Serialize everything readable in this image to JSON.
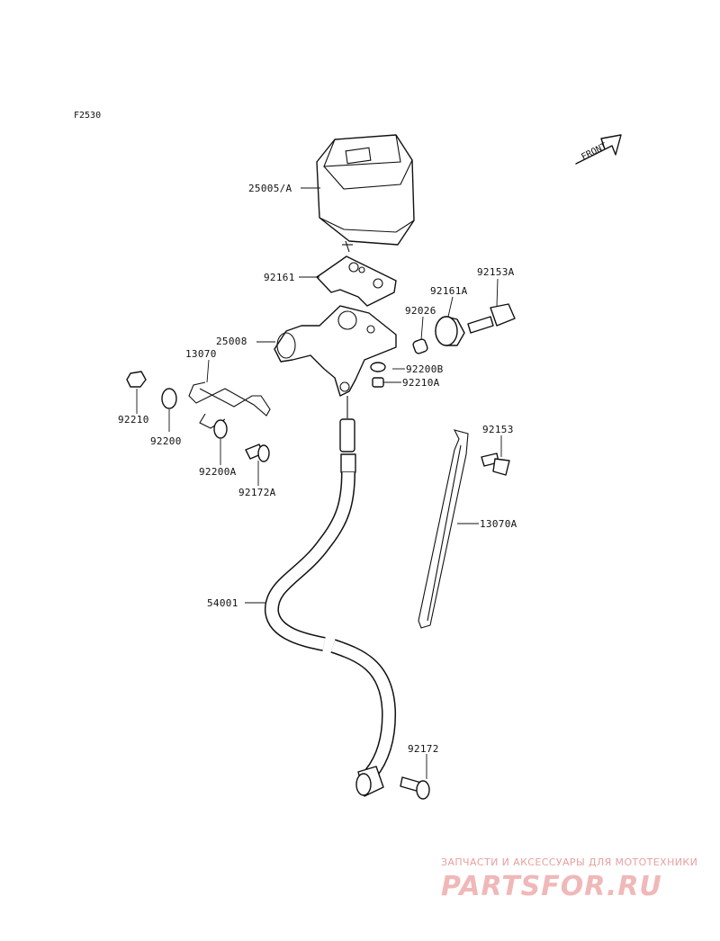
{
  "figure_code": "F2530",
  "front_label": "FRONT",
  "parts": {
    "speedometer": "25005/A",
    "rubber_plate": "92161",
    "damper": "92161A",
    "bolt_a": "92153A",
    "collar": "92026",
    "bracket": "25008",
    "washer_b": "92200B",
    "nut_a": "92210A",
    "clamp": "13070",
    "nut": "92210",
    "washer": "92200",
    "washer_a": "92200A",
    "screw_a": "92172A",
    "bolt": "92153",
    "clamp_a": "13070A",
    "cable": "54001",
    "screw": "92172"
  },
  "watermark": {
    "tagline": "ЗАПЧАСТИ И АКСЕССУАРЫ ДЛЯ МОТОТЕХНИКИ",
    "brand": "PARTSFOR.RU"
  }
}
